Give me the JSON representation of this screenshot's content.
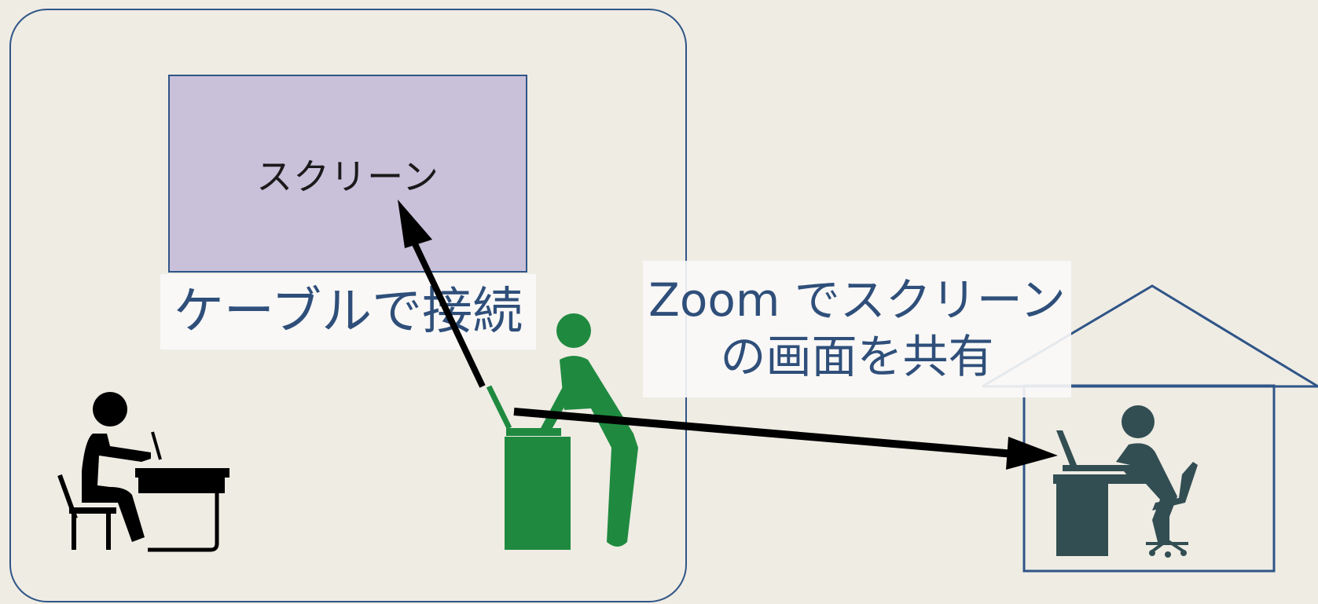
{
  "screen": {
    "label": "スクリーン"
  },
  "callouts": {
    "cable": "ケーブルで接続",
    "zoom_line1": "Zoom でスクリーン",
    "zoom_line2": "の画面を共有"
  },
  "icons": {
    "student": "student-at-desk-icon",
    "presenter": "presenter-at-podium-icon",
    "remote": "remote-worker-at-laptop-icon",
    "house": "house-icon"
  },
  "colors": {
    "background": "#efece4",
    "outline": "#2f5587",
    "screen_fill": "#c9c0da",
    "presenter": "#1f8a3f",
    "remote": "#324e52",
    "text": "#2f4f7a"
  }
}
